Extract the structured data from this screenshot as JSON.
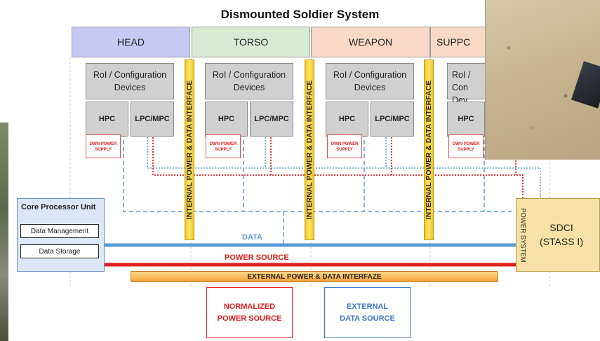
{
  "title": "Dismounted Soldier System",
  "sections": [
    {
      "name": "HEAD",
      "color": "#c8c8f4"
    },
    {
      "name": "TORSO",
      "color": "#d9ead3"
    },
    {
      "name": "WEAPON",
      "color": "#f8d9c8"
    },
    {
      "name": "SUPPC",
      "color": "#f8d9c8"
    }
  ],
  "modules": [
    {
      "roi": "RoI / Configuration Devices",
      "hpc": "HPC",
      "lpc": "LPC/MPC",
      "own": "OWN POWER SUPPLY"
    },
    {
      "roi": "RoI / Configuration Devices",
      "hpc": "HPC",
      "lpc": "LPC/MPC",
      "own": "OWN POWER SUPPLY"
    },
    {
      "roi": "RoI / Configuration Devices",
      "hpc": "HPC",
      "lpc": "LPC/MPC",
      "own": "OWN POWER SUPPLY"
    },
    {
      "roi": "RoI / Con Dev",
      "hpc": "HPC",
      "own": "OWN POWER SUPPLY"
    }
  ],
  "interface_label": "INTERNAL POWER & DATA INTERFACE",
  "core_processor": {
    "title": "Core Processor Unit",
    "items": [
      "Data Management",
      "Data Storage"
    ]
  },
  "data_label": "DATA",
  "power_label": "POWER SOURCE",
  "external_bar": "EXTERNAL POWER & DATA INTERFAZE",
  "sdci": {
    "line1": "SDCI",
    "line2": "(STASS I)",
    "power_system": "POWER SYSTEM"
  },
  "normalized": {
    "line1": "NORMALIZED",
    "line2": "POWER SOURCE"
  },
  "external_data": {
    "line1": "EXTERNAL",
    "line2": "DATA SOURCE"
  },
  "colors": {
    "data": "#5b9bd5",
    "power": "#e02020",
    "interface": "#f0c420"
  }
}
